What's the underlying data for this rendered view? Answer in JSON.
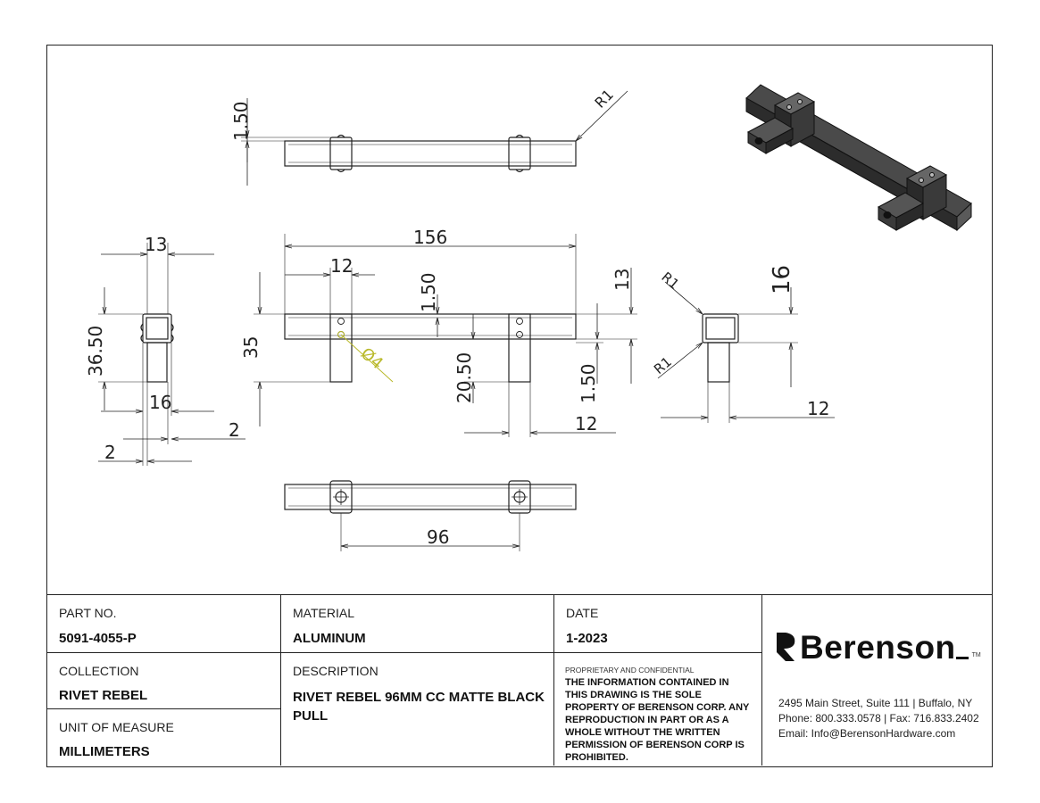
{
  "dimensions": {
    "d_top_thick": "1.50",
    "d_top_radius": "R1",
    "d_side_width": "13",
    "d_side_height": "36.50",
    "d_side_inner": "16",
    "d_side_gap_a": "2",
    "d_side_gap_b": "2",
    "d_front_length": "156",
    "d_front_post": "12",
    "d_front_thick": "1.50",
    "d_front_height": "35",
    "d_front_hole": "Ø4",
    "d_front_post_h": "20.50",
    "d_front_post_w": "12",
    "d_front_bar_h": "13",
    "d_front_wall": "1.50",
    "d_end_size": "16",
    "d_end_r_top": "R1",
    "d_end_r_bottom": "R1",
    "d_end_width": "12",
    "d_bottom_cc": "96"
  },
  "title_block": {
    "part_no_label": "PART NO.",
    "part_no": "5091-4055-P",
    "material_label": "MATERIAL",
    "material": "ALUMINUM",
    "date_label": "DATE",
    "date": "1-2023",
    "collection_label": "COLLECTION",
    "collection": "RIVET REBEL",
    "description_label": "DESCRIPTION",
    "description": "RIVET REBEL 96MM CC MATTE BLACK PULL",
    "uom_label": "UNIT OF MEASURE",
    "uom": "MILLIMETERS",
    "proprietary_heading": "PROPRIETARY AND CONFIDENTIAL",
    "proprietary_text": "THE INFORMATION CONTAINED IN THIS DRAWING IS THE SOLE PROPERTY OF BERENSON CORP. ANY REPRODUCTION IN PART OR AS A WHOLE WITHOUT THE WRITTEN PERMISSION OF BERENSON CORP IS PROHIBITED."
  },
  "brand": {
    "name": "Berenson",
    "tm": "TM",
    "address": "2495 Main Street, Suite 111 | Buffalo, NY",
    "phone": "Phone: 800.333.0578 | Fax: 716.833.2402",
    "email": "Email: Info@BerensonHardware.com"
  },
  "colors": {
    "line": "#222222",
    "hole_callout": "#b9b92a",
    "iso_dark": "#3a3a3a"
  }
}
